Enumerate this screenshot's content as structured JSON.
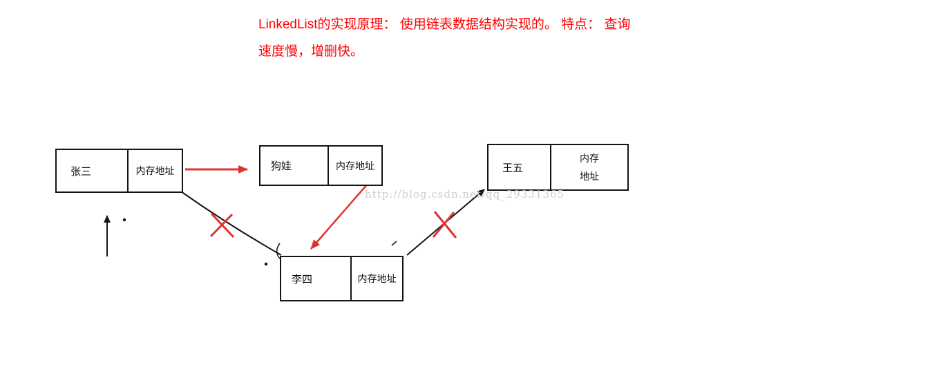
{
  "title": {
    "line1": "LinkedList的实现原理： 使用链表数据结构实现的。 特点： 查询",
    "line2": "速度慢，增删快。"
  },
  "nodes": {
    "zhangsan": {
      "name": "张三",
      "address": "内存地址"
    },
    "gouwa": {
      "name": "狗娃",
      "address": "内存地址"
    },
    "wangwu": {
      "name": "王五",
      "address_line1": "内存",
      "address_line2": "地址"
    },
    "lisi": {
      "name": "李四",
      "address": "内存地址"
    }
  },
  "edges": [
    {
      "from": "zhangsan",
      "to": "gouwa",
      "style": "red-arrow",
      "crossed": false
    },
    {
      "from": "zhangsan",
      "to": "lisi",
      "style": "black-line",
      "crossed": true
    },
    {
      "from": "gouwa",
      "to": "lisi",
      "style": "red-arrow",
      "crossed": false
    },
    {
      "from": "lisi",
      "to": "wangwu",
      "style": "black-arrow",
      "crossed": true
    }
  ],
  "pointer": {
    "target": "zhangsan",
    "style": "black-up-arrow"
  },
  "watermark": "http://blog.csdn.net/qq_29331365",
  "colors": {
    "title_red": "#ff0000",
    "arrow_red": "#e03131",
    "line_black": "#141414",
    "watermark_gray": "#c9c9c9"
  }
}
